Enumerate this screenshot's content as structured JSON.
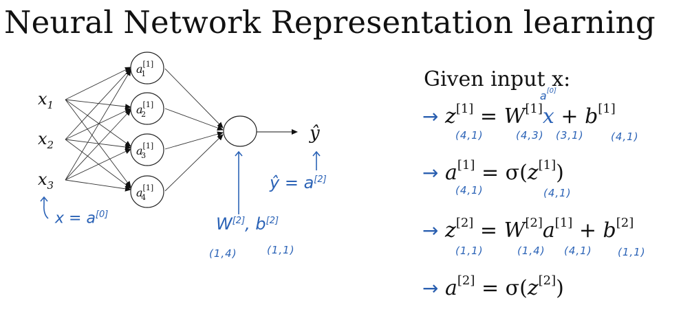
{
  "title": "Neural Network Representation learning",
  "network": {
    "inputs": [
      "x",
      "x",
      "x"
    ],
    "input_subs": [
      "1",
      "2",
      "3"
    ],
    "hidden_label": "a",
    "hidden_sup": "[1]",
    "hidden_subs": [
      "1",
      "2",
      "3",
      "4"
    ],
    "output_label": "ŷ"
  },
  "handwritten": {
    "x_eq": "x = a",
    "x_eq_sup": "[0]",
    "w_label": "W",
    "w_sup": "[2]",
    "b_label": "b",
    "b_sup": "[2]",
    "w_dim": "(1,4)",
    "b_dim": "(1,1)",
    "yhat_eq": "ŷ = a",
    "yhat_sup": "[2]"
  },
  "given": "Given input x:",
  "equations": [
    {
      "lhs": "z",
      "lhs_sup": "[1]",
      "op": "=",
      "w": "W",
      "w_sup": "[1]",
      "mid": "x",
      "mid_note": "a",
      "mid_note_sup": "[0]",
      "plus": "+",
      "b": "b",
      "b_sup": "[1]",
      "dims": [
        "(4,1)",
        "(4,3)",
        "(3,1)",
        "(4,1)"
      ]
    },
    {
      "lhs": "a",
      "lhs_sup": "[1]",
      "op": "=",
      "func": "σ(",
      "arg": "z",
      "arg_sup": "[1]",
      "close": ")",
      "dims": [
        "(4,1)",
        "(4,1)"
      ]
    },
    {
      "lhs": "z",
      "lhs_sup": "[2]",
      "op": "=",
      "w": "W",
      "w_sup": "[2]",
      "mid": "a",
      "mid_sup": "[1]",
      "plus": "+",
      "b": "b",
      "b_sup": "[2]",
      "dims": [
        "(1,1)",
        "(1,4)",
        "(4,1)",
        "(1,1)"
      ]
    },
    {
      "lhs": "a",
      "lhs_sup": "[2]",
      "op": "=",
      "func": "σ(",
      "arg": "z",
      "arg_sup": "[2]",
      "close": ")",
      "dims": []
    }
  ],
  "arrow_glyph": "→"
}
